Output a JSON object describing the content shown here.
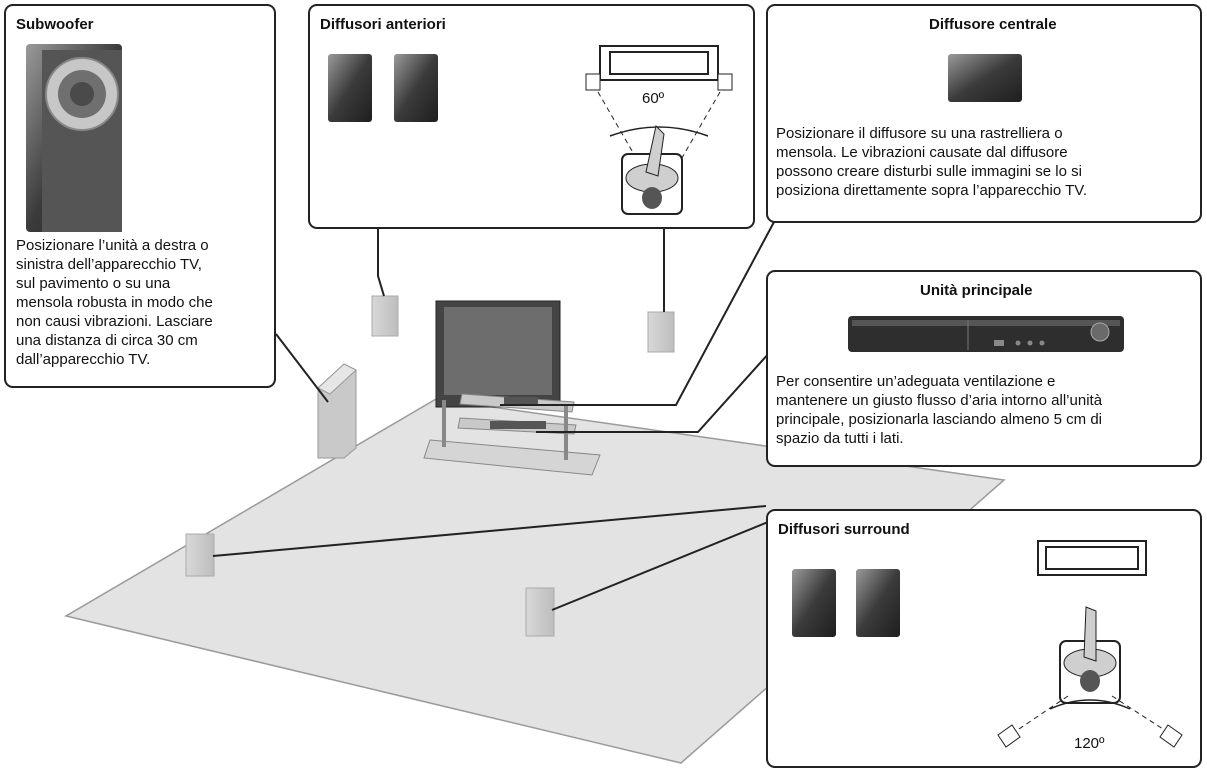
{
  "subwoofer": {
    "title": "Subwoofer",
    "text_lines": [
      "Posizionare l’unità a destra o",
      "sinistra dell’apparecchio TV,",
      "sul pavimento o su una",
      "mensola robusta in modo che",
      "non causi vibrazioni. Lasciare",
      "una distanza di circa 30 cm",
      "dall’apparecchio TV."
    ]
  },
  "front_speakers": {
    "title": "Diffusori anteriori",
    "angle": "60º"
  },
  "center_speaker": {
    "title": "Diffusore centrale",
    "text_lines": [
      "Posizionare il diffusore su una rastrelliera o",
      "mensola. Le vibrazioni causate dal diffusore",
      "possono creare disturbi sulle immagini se lo si",
      "posiziona direttamente sopra l’apparecchio TV."
    ]
  },
  "main_unit": {
    "title": "Unità principale",
    "text_lines": [
      "Per consentire un’adeguata ventilazione e",
      "mantenere un giusto flusso d’aria intorno all’unità",
      "principale, posizionarla lasciando almeno 5 cm di",
      "spazio da tutti i lati."
    ]
  },
  "surround_speakers": {
    "title": "Diffusori surround",
    "angle": "120º"
  },
  "colors": {
    "border": "#222222",
    "floor": "#e3e3e3",
    "speaker_dark": "#3a3a3a",
    "speaker_light": "#cfcfcf"
  }
}
